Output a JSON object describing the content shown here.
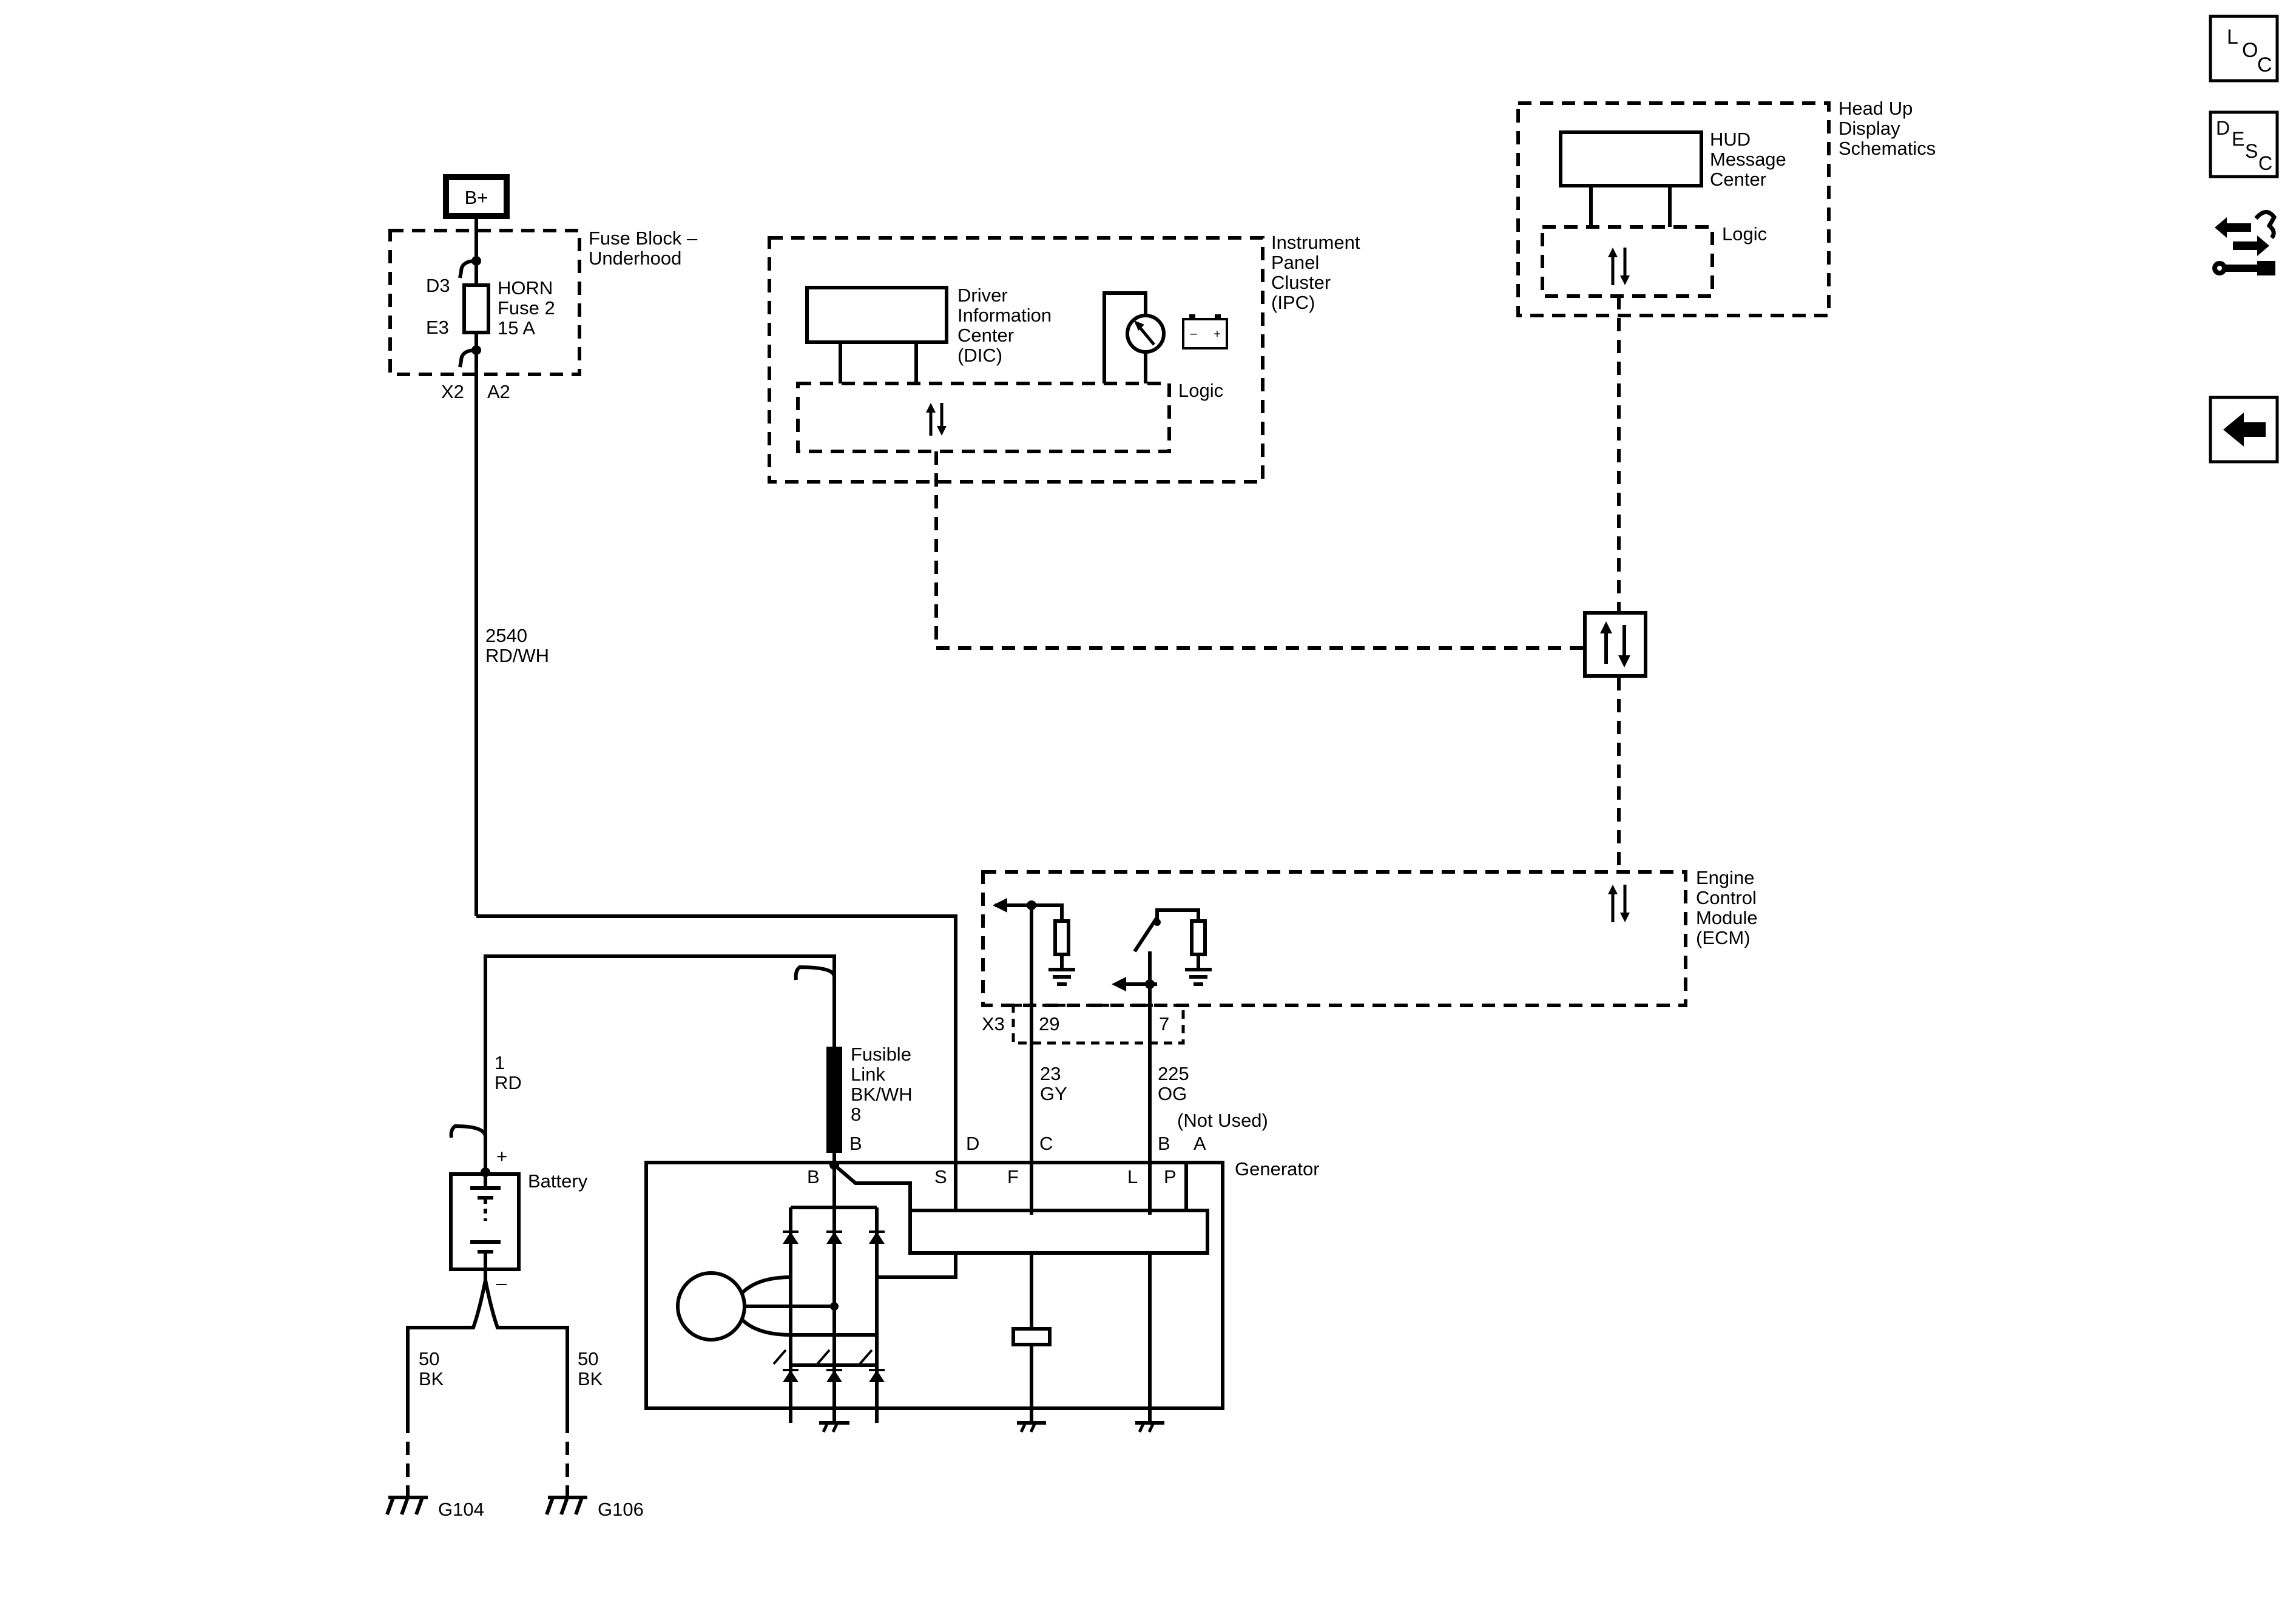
{
  "power": {
    "bplus": "B+"
  },
  "fuse_block": {
    "title_l1": "Fuse Block –",
    "title_l2": "Underhood",
    "pin_d3": "D3",
    "pin_e3": "E3",
    "fuse_l1": "HORN",
    "fuse_l2": "Fuse 2",
    "fuse_l3": "15 A",
    "conn_x2": "X2",
    "conn_a2": "A2"
  },
  "wire_2540": {
    "circuit": "2540",
    "color": "RD/WH"
  },
  "ipc": {
    "title_l1": "Instrument",
    "title_l2": "Panel",
    "title_l3": "Cluster",
    "title_l4": "(IPC)",
    "dic_l1": "Driver",
    "dic_l2": "Information",
    "dic_l3": "Center",
    "dic_l4": "(DIC)",
    "logic": "Logic",
    "batt_minus": "–",
    "batt_plus": "+"
  },
  "hud": {
    "title_l1": "Head Up",
    "title_l2": "Display",
    "title_l3": "Schematics",
    "msg_l1": "HUD",
    "msg_l2": "Message",
    "msg_l3": "Center",
    "logic": "Logic"
  },
  "ecm": {
    "title_l1": "Engine",
    "title_l2": "Control",
    "title_l3": "Module",
    "title_l4": "(ECM)",
    "conn_x3": "X3",
    "pin_29": "29",
    "pin_7": "7"
  },
  "wire_23": {
    "circuit": "23",
    "color": "GY"
  },
  "wire_225": {
    "circuit": "225",
    "color": "OG"
  },
  "wire_1": {
    "circuit": "1",
    "color": "RD"
  },
  "fusible_link": {
    "l1": "Fusible",
    "l2": "Link",
    "l3": "BK/WH",
    "l4": "8"
  },
  "battery": {
    "label": "Battery",
    "plus": "+",
    "minus": "–"
  },
  "generator": {
    "label": "Generator",
    "not_used": "(Not Used)",
    "conn_b": "B",
    "conn_d": "D",
    "conn_c": "C",
    "conn_b2": "B",
    "conn_a": "A",
    "term_b": "B",
    "term_s": "S",
    "term_f": "F",
    "term_l": "L",
    "term_p": "P"
  },
  "ground_wires": {
    "left": {
      "circuit": "50",
      "color": "BK"
    },
    "right": {
      "circuit": "50",
      "color": "BK"
    }
  },
  "grounds": {
    "g104": "G104",
    "g106": "G106"
  },
  "nav": {
    "loc_l": "L",
    "loc_o": "O",
    "loc_c": "C",
    "desc_d": "D",
    "desc_e": "E",
    "desc_s": "S",
    "desc_c": "C"
  }
}
